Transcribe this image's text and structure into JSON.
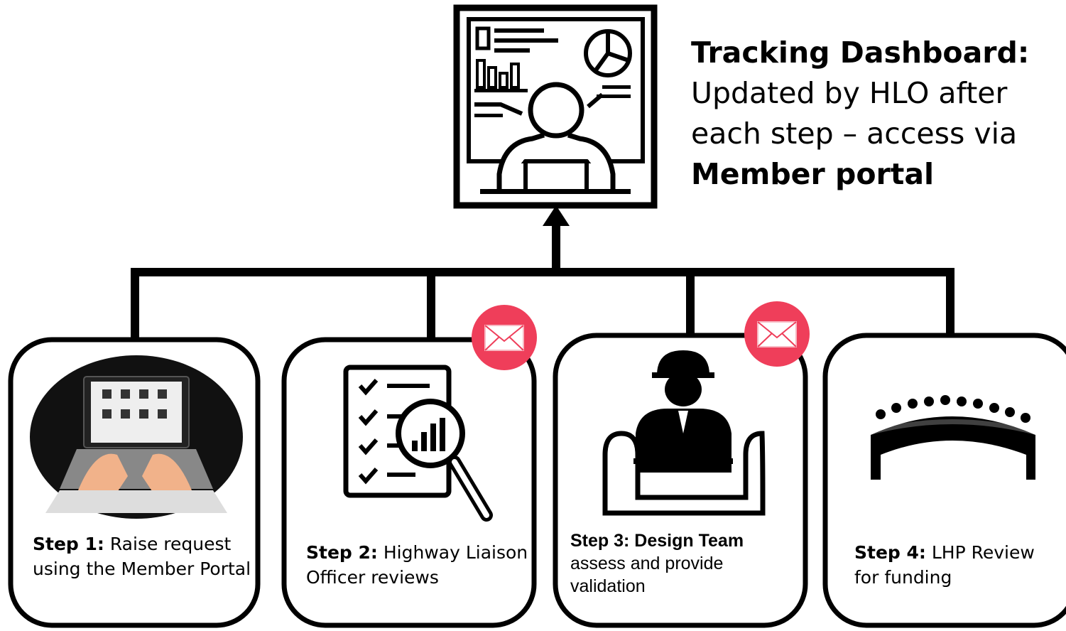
{
  "dashboard": {
    "title": "Tracking Dashboard:",
    "line1": "Updated by HLO after",
    "line2": "each step – access via",
    "line3": "Member portal",
    "icon": "dashboard-monitor-icon"
  },
  "steps": [
    {
      "label": "Step 1:",
      "text": "Raise request using the Member Portal",
      "icon": "laptop-typing-icon"
    },
    {
      "label": "Step 2:",
      "text": "Highway Liaison Officer reviews",
      "icon": "checklist-magnifier-icon"
    },
    {
      "label": "Step 3: Design Team",
      "text": "assess and provide validation",
      "icon": "engineer-blueprint-icon"
    },
    {
      "label": "Step 4:",
      "text": "LHP Review for funding",
      "icon": "meeting-table-icon"
    }
  ],
  "notifications": [
    {
      "icon": "envelope-icon",
      "color": "#ef3e5a"
    },
    {
      "icon": "envelope-icon",
      "color": "#ef3e5a"
    }
  ],
  "colors": {
    "line": "#000000",
    "badge": "#ef3e5a"
  }
}
